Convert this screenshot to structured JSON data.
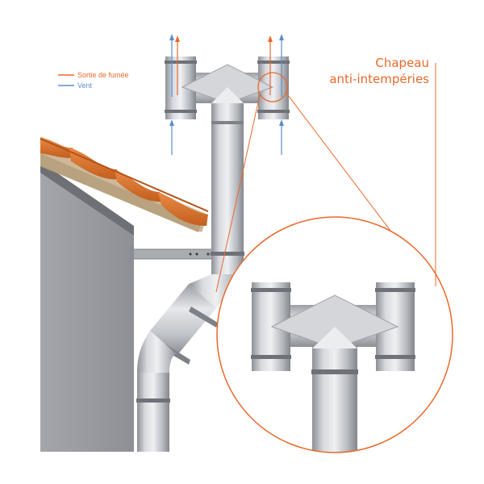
{
  "legend": {
    "items": [
      {
        "label": "Sortie de fumée",
        "color": "#e8692b"
      },
      {
        "label": "Vent",
        "color": "#5b8ec9"
      }
    ]
  },
  "callout": {
    "line1": "Chapeau",
    "line2": "anti-intempéries",
    "color": "#e8692b"
  },
  "colors": {
    "accent": "#e8692b",
    "wind": "#5b8ec9",
    "wall": "#9a9ba1",
    "roof_tile": "#d7712e",
    "pipe": "#c9cbd0"
  }
}
